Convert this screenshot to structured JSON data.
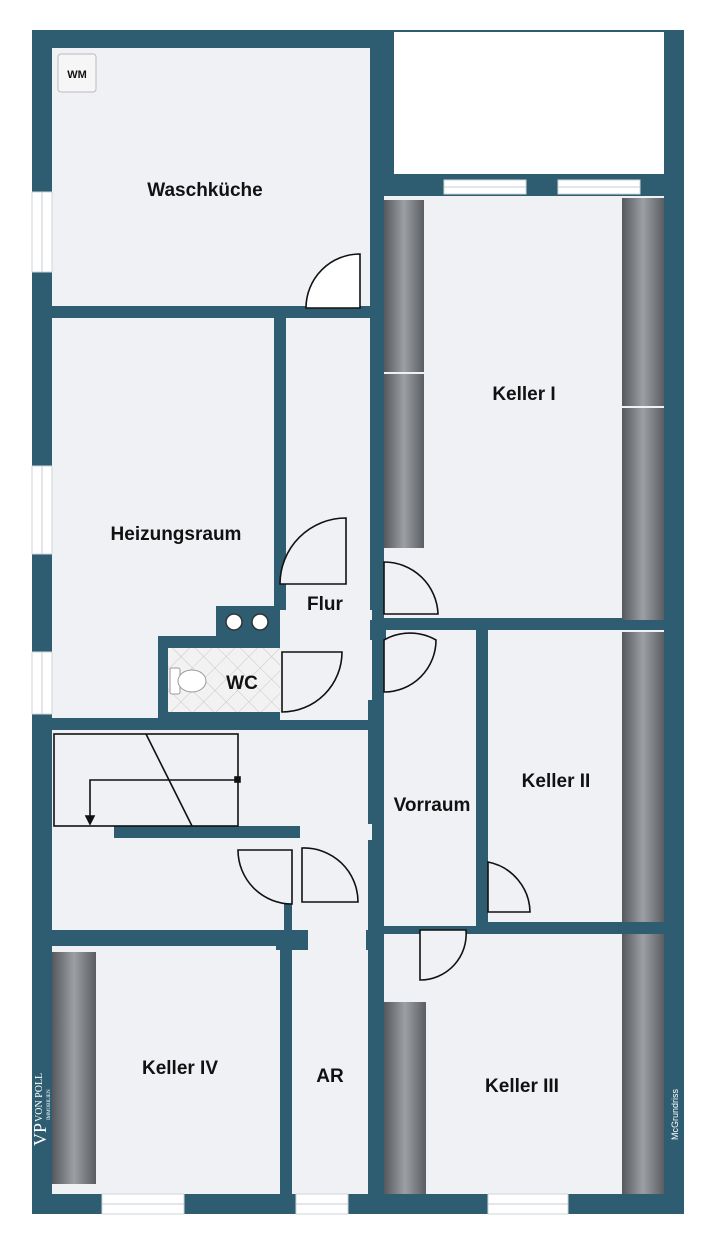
{
  "colors": {
    "wall": "#2e5d72",
    "floor": "#eff1f5",
    "outside": "#ffffff",
    "shelf_dark": "#5e6266",
    "shelf_light": "#9a9ea2"
  },
  "rooms": {
    "waschkueche": "Waschküche",
    "heizungsraum": "Heizungsraum",
    "flur": "Flur",
    "wc": "WC",
    "vorraum": "Vorraum",
    "keller_1": "Keller I",
    "keller_2": "Keller II",
    "keller_3": "Keller III",
    "keller_4": "Keller IV",
    "ar": "AR"
  },
  "fixtures": {
    "washing_machine": "WM"
  },
  "branding": {
    "logo_mark": "VP",
    "logo_name": "VON POLL",
    "logo_sub": "IMMOBILIEN",
    "credit": "McGrundriss"
  }
}
